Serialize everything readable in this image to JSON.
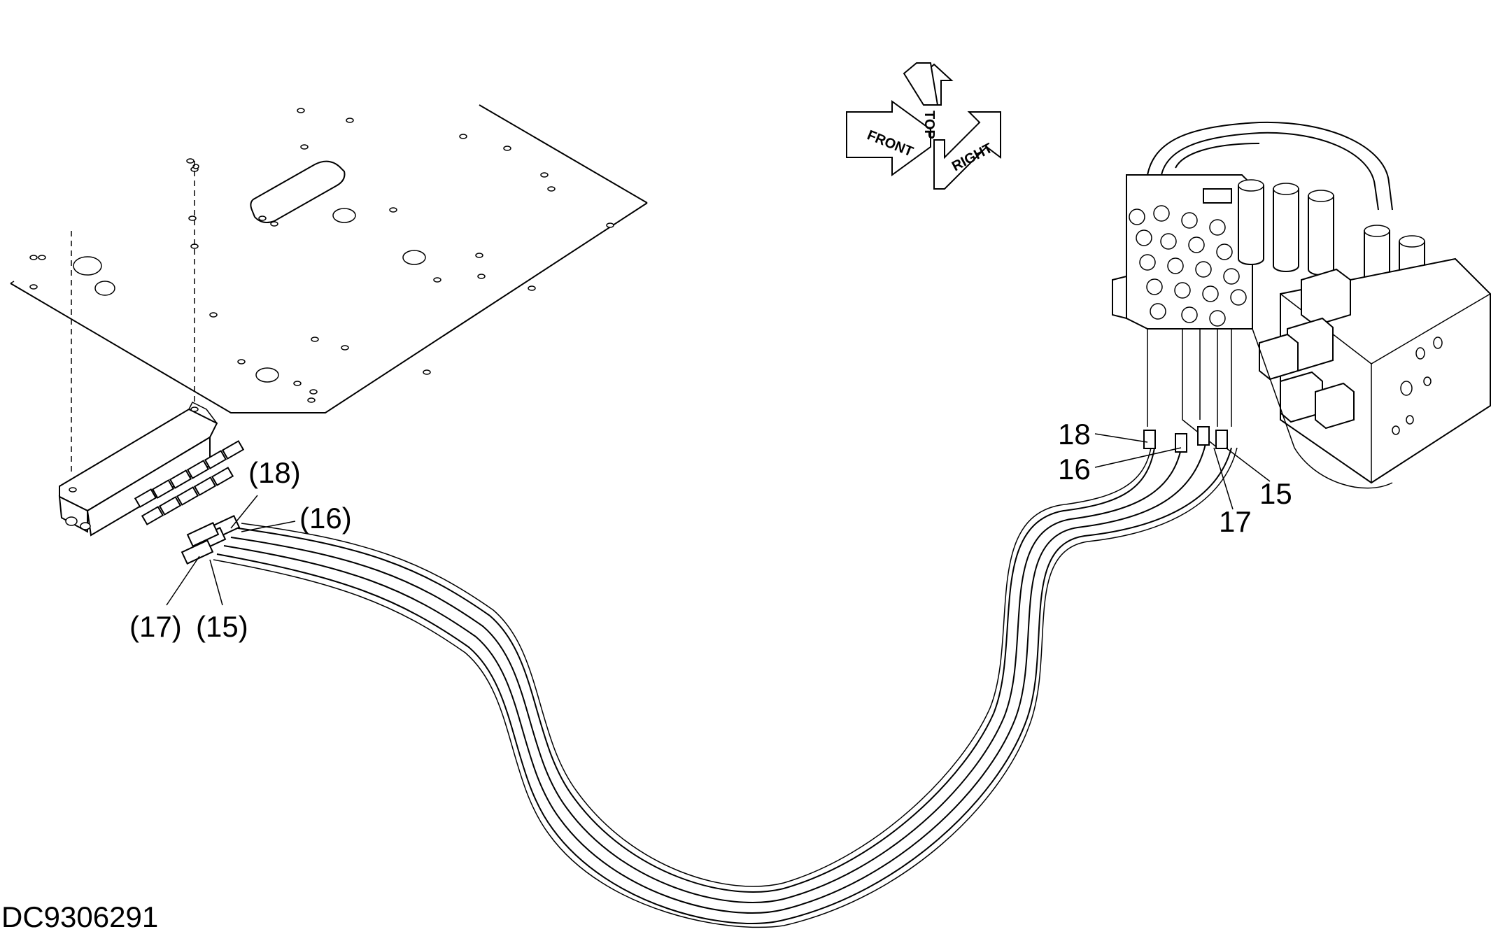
{
  "drawing_code": "DC9306291",
  "orientation_arrows": {
    "front": "FRONT",
    "top": "TOP",
    "right": "RIGHT"
  },
  "callouts_left": {
    "c18": "(18)",
    "c16": "(16)",
    "c17": "(17)",
    "c15": "(15)"
  },
  "callouts_right": {
    "c18": "18",
    "c16": "16",
    "c17": "17",
    "c15": "15"
  }
}
